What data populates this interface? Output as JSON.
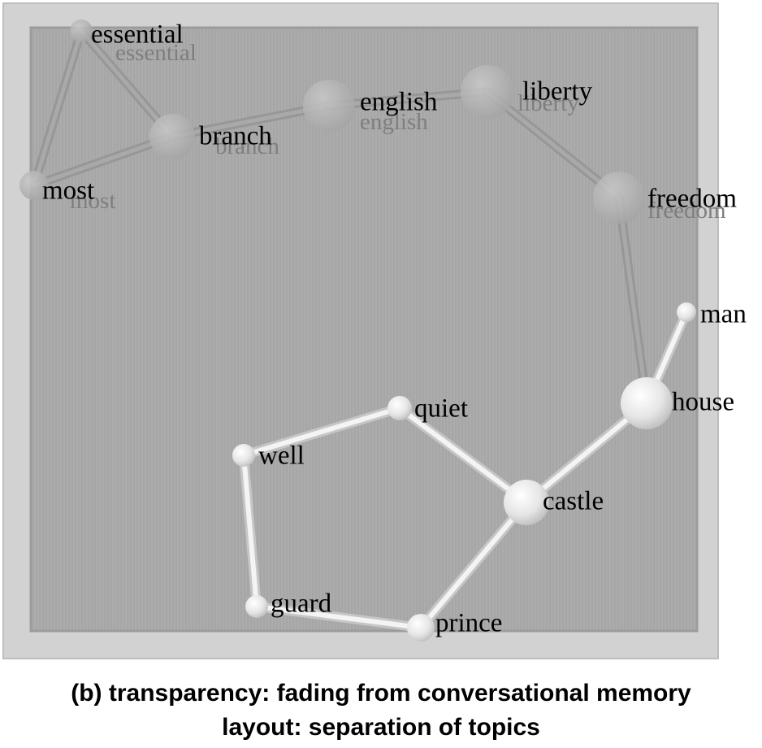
{
  "caption": {
    "line1": "(b) transparency: fading from conversational memory",
    "line2": "layout: separation of topics"
  },
  "nodes": [
    {
      "id": "essential",
      "label": "essential",
      "faded": true
    },
    {
      "id": "most",
      "label": "most",
      "faded": true
    },
    {
      "id": "branch",
      "label": "branch",
      "faded": true
    },
    {
      "id": "english",
      "label": "english",
      "faded": true
    },
    {
      "id": "liberty",
      "label": "liberty",
      "faded": true
    },
    {
      "id": "freedom",
      "label": "freedom",
      "faded": true
    },
    {
      "id": "man",
      "label": "man",
      "faded": false
    },
    {
      "id": "house",
      "label": "house",
      "faded": false
    },
    {
      "id": "quiet",
      "label": "quiet",
      "faded": false
    },
    {
      "id": "well",
      "label": "well",
      "faded": false
    },
    {
      "id": "castle",
      "label": "castle",
      "faded": false
    },
    {
      "id": "guard",
      "label": "guard",
      "faded": false
    },
    {
      "id": "prince",
      "label": "prince",
      "faded": false
    }
  ],
  "edges": [
    {
      "from": "essential",
      "to": "most",
      "faded": true
    },
    {
      "from": "essential",
      "to": "branch",
      "faded": true
    },
    {
      "from": "most",
      "to": "branch",
      "faded": true
    },
    {
      "from": "branch",
      "to": "english",
      "faded": true
    },
    {
      "from": "english",
      "to": "liberty",
      "faded": true
    },
    {
      "from": "liberty",
      "to": "freedom",
      "faded": true
    },
    {
      "from": "freedom",
      "to": "house",
      "faded": true
    },
    {
      "from": "man",
      "to": "house",
      "faded": false
    },
    {
      "from": "house",
      "to": "castle",
      "faded": false
    },
    {
      "from": "quiet",
      "to": "castle",
      "faded": false
    },
    {
      "from": "well",
      "to": "quiet",
      "faded": false
    },
    {
      "from": "well",
      "to": "guard",
      "faded": false
    },
    {
      "from": "guard",
      "to": "prince",
      "faded": false
    },
    {
      "from": "prince",
      "to": "castle",
      "faded": false
    }
  ]
}
